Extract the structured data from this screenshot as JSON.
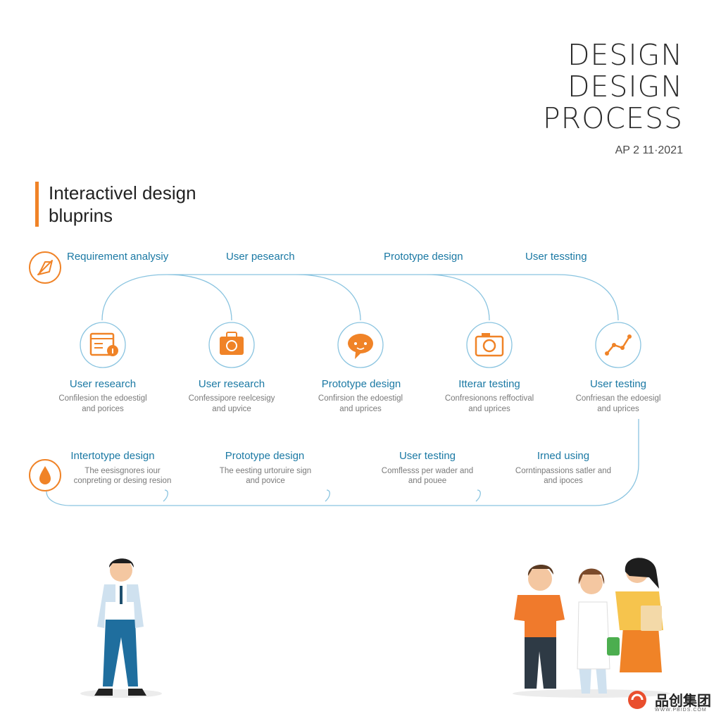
{
  "header": {
    "title_lines": [
      "DESIGN",
      "DESIGN",
      "PROCESS"
    ],
    "date": "AP 2 11·2021"
  },
  "subtitle": {
    "lines": [
      "Interactivel design",
      "bluprins"
    ]
  },
  "top_stages": [
    {
      "label": "Requirement analysiy"
    },
    {
      "label": "User pesearch"
    },
    {
      "label": "Prototype design"
    },
    {
      "label": "User tessting"
    }
  ],
  "mid_steps": [
    {
      "icon": "document-info-icon",
      "title": "User research",
      "desc": [
        "Confilesion the edoestigl",
        "and porices"
      ]
    },
    {
      "icon": "camera-bag-icon",
      "title": "User research",
      "desc": [
        "Confessipore reelcesigy",
        "and upvice"
      ]
    },
    {
      "icon": "chat-bubble-icon",
      "title": "Prototype design",
      "desc": [
        "Confirsion the edoestigl",
        "and uprices"
      ]
    },
    {
      "icon": "camera-icon",
      "title": "Itterar testing",
      "desc": [
        "Confresionons reffoctival",
        "and uprices"
      ]
    },
    {
      "icon": "chart-line-icon",
      "title": "User testing",
      "desc": [
        "Confriesan the edoesigl",
        "and uprices"
      ]
    }
  ],
  "bottom_steps": [
    {
      "title": "Intertotype design",
      "desc": [
        "The eesisgnores iour",
        "conpreting or desing resion"
      ]
    },
    {
      "title": "Prototype design",
      "desc": [
        "The eesting urtoruire sign",
        "and povice"
      ]
    },
    {
      "title": "User testing",
      "desc": [
        "Comflesss per wader and",
        "and pouee"
      ]
    },
    {
      "title": "Irned using",
      "desc": [
        "Corntinpassions satler and",
        "and ipoces"
      ]
    }
  ],
  "watermark": {
    "text": "品创集团",
    "sub": "WWW.PBIDS.COM"
  },
  "colors": {
    "accent": "#f08327",
    "line": "#8ac4e0",
    "label": "#1b79a4"
  }
}
